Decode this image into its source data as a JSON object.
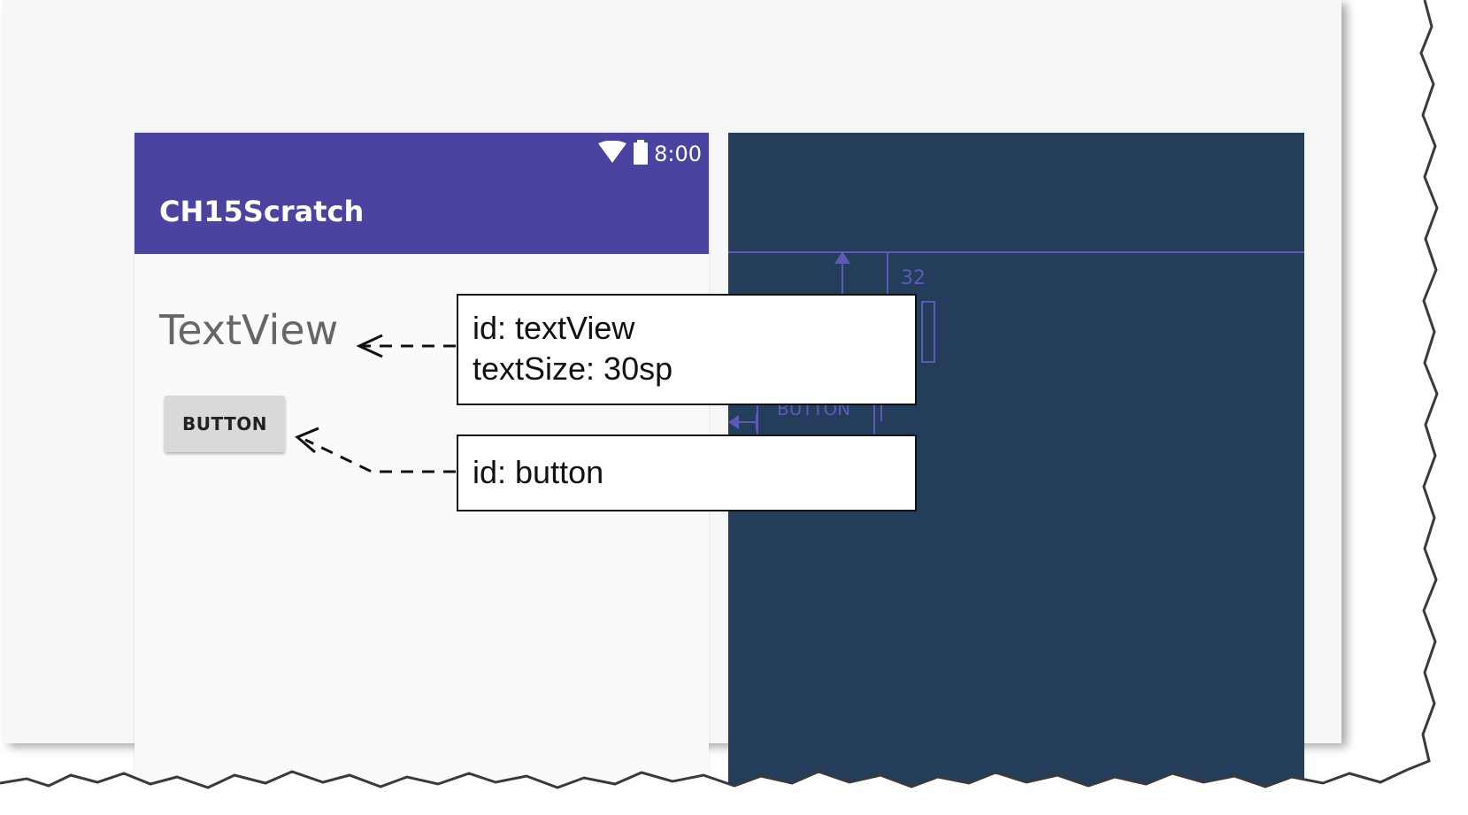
{
  "preview": {
    "status_time": "8:00",
    "app_title": "CH15Scratch",
    "text_view_text": "TextView",
    "button_label": "BUTTON"
  },
  "blueprint": {
    "margin_label": "32",
    "button_label": "BUTTON"
  },
  "callouts": {
    "text_view": {
      "line1": "id: textView",
      "line2": "textSize: 30sp"
    },
    "button": {
      "line1": "id: button"
    }
  },
  "icons": [
    "wifi-icon",
    "battery-icon"
  ],
  "colors": {
    "app_bar": "#4a43a0",
    "blueprint_background": "#243d5b",
    "blueprint_lines": "#5b5bb5",
    "preview_background": "#fafafa"
  }
}
